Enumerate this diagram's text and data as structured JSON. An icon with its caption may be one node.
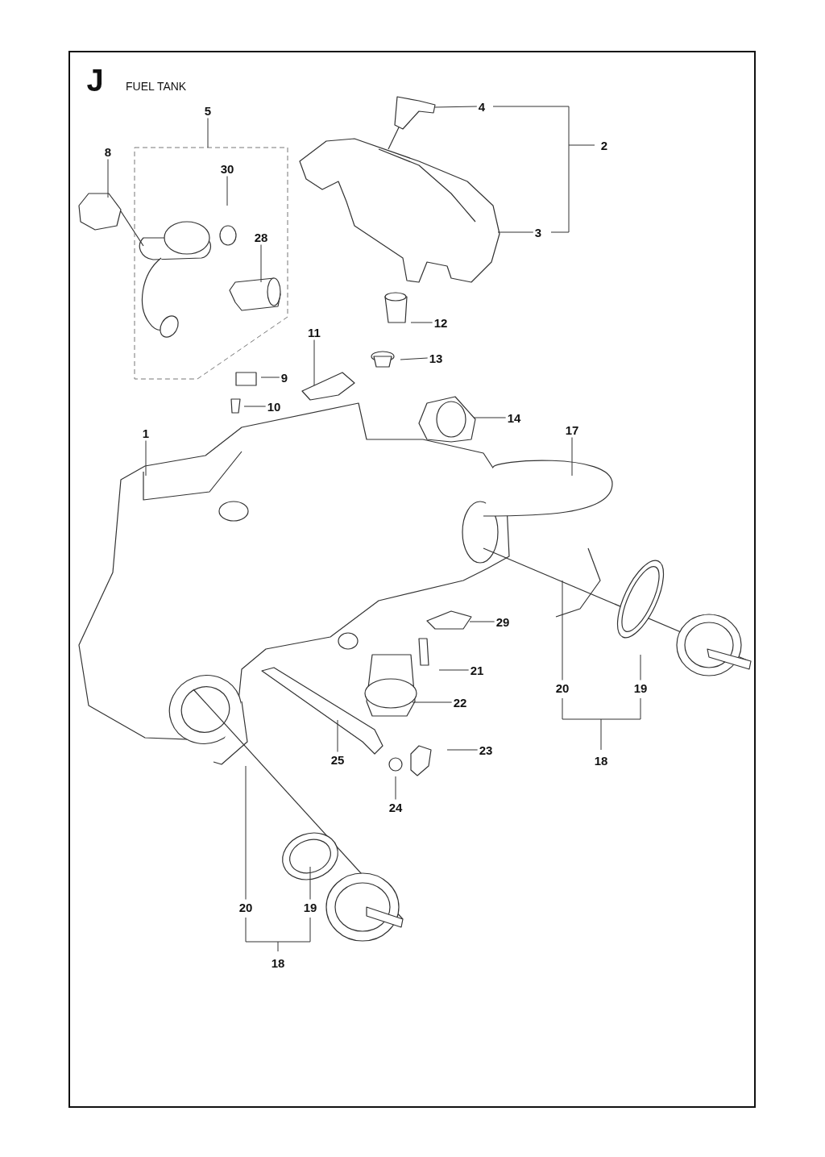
{
  "diagram": {
    "title": "FUEL TANK",
    "nodes": [
      {
        "text": [
          "5"
        ]
      },
      {
        "text": [],
        "shape": "box"
      },
      {
        "text": [
          "8"
        ]
      },
      {
        "text": [
          "30"
        ],
        "in": 1
      },
      {
        "text": [
          "28"
        ],
        "in": 1
      },
      {
        "text": [
          "4"
        ]
      },
      {
        "text": [
          "3"
        ]
      },
      {
        "text": [
          "12"
        ]
      },
      {
        "text": [
          "13"
        ]
      },
      {
        "text": [
          "11"
        ]
      },
      {
        "text": [
          "9"
        ]
      },
      {
        "text": [
          "10"
        ]
      },
      {
        "text": [
          "1"
        ]
      },
      {
        "text": [
          "14"
        ]
      },
      {
        "text": [
          "17"
        ]
      },
      {
        "text": [
          "29"
        ]
      },
      {
        "text": [
          "21"
        ]
      },
      {
        "text": [
          "22"
        ]
      },
      {
        "text": [
          "20"
        ]
      },
      {
        "text": [
          "19"
        ]
      },
      {
        "text": [
          "25"
        ]
      },
      {
        "text": [
          "23"
        ]
      },
      {
        "text": [
          "24"
        ]
      },
      {
        "text": [
          "20"
        ]
      },
      {
        "text": [
          "19"
        ]
      }
    ],
    "edges": [
      {
        "from": 0,
        "to": 1,
        "arrow": "none"
      },
      {
        "from": 2,
        "to": null,
        "arrow": "none"
      },
      {
        "from": 3,
        "to": null,
        "arrow": "none"
      },
      {
        "from": 4,
        "to": null,
        "arrow": "none"
      },
      {
        "from": 5,
        "to": null,
        "arrow": "none"
      },
      {
        "from": 6,
        "to": null,
        "arrow": "none"
      },
      {
        "from": 7,
        "to": null,
        "arrow": "none"
      },
      {
        "from": 8,
        "to": null,
        "arrow": "none"
      },
      {
        "from": 9,
        "to": null,
        "arrow": "none"
      },
      {
        "from": 10,
        "to": null,
        "arrow": "none"
      },
      {
        "from": 11,
        "to": null,
        "arrow": "none"
      },
      {
        "from": 12,
        "to": null,
        "arrow": "none"
      },
      {
        "from": 13,
        "to": null,
        "arrow": "none"
      },
      {
        "from": 14,
        "to": null,
        "arrow": "none"
      },
      {
        "from": 15,
        "to": null,
        "arrow": "none"
      },
      {
        "from": 16,
        "to": null,
        "arrow": "none"
      },
      {
        "from": 17,
        "to": null,
        "arrow": "none"
      },
      {
        "from": 18,
        "to": null,
        "arrow": "none"
      },
      {
        "from": 19,
        "to": null,
        "arrow": "none"
      },
      {
        "from": 20,
        "to": null,
        "arrow": "none"
      },
      {
        "from": 21,
        "to": null,
        "arrow": "none"
      },
      {
        "from": 22,
        "to": null,
        "arrow": "none"
      },
      {
        "from": 23,
        "to": null,
        "arrow": "none"
      },
      {
        "from": 24,
        "to": null,
        "arrow": "none"
      }
    ],
    "labels": [
      "J",
      "2",
      "18",
      "18"
    ]
  }
}
